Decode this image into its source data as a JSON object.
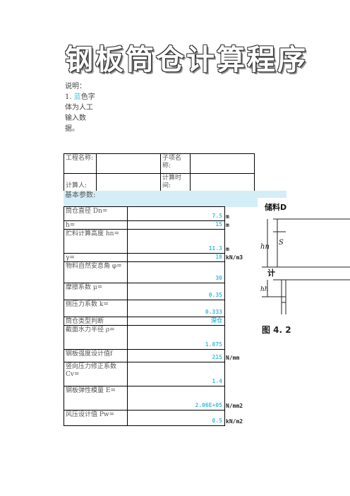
{
  "title": "钢板筒仓计算程序",
  "note": {
    "line1": "说明：",
    "line2_prefix": "1. ",
    "line2_highlight": "蓝",
    "line2_rest": "色字体为人工输入数据。"
  },
  "header": {
    "project_label": "工程名称:",
    "subitem_label": "子项名称:",
    "calculator_label": "计算人:",
    "calc_time_label": "计算时间:"
  },
  "section_title": "基本参数:",
  "params": [
    {
      "label": "筒仓直径 Dn=",
      "value": "7.5",
      "unit": "m"
    },
    {
      "label": "h=",
      "value": "15",
      "unit": "m"
    },
    {
      "label": "贮料计算高度 hn=",
      "value": "11.3",
      "unit": "m"
    },
    {
      "label": "γ=",
      "value": "18",
      "unit": "kN/m3"
    },
    {
      "label": "物料自然安息角 φ=",
      "value": "30",
      "unit": ""
    },
    {
      "label": "摩擦系数 μ=",
      "value": "0.35",
      "unit": ""
    },
    {
      "label": "侧压力系数 k=",
      "value": "0.333",
      "unit": ""
    },
    {
      "label": "筒仓类型判断",
      "value": "深仓",
      "unit": ""
    },
    {
      "label": "截面水力半径 ρ=",
      "value": "1.875",
      "unit": ""
    },
    {
      "label": "钢板强度设计值f",
      "value": "215",
      "unit": "N/mm"
    },
    {
      "label": "竖向压力修正系数 Cv=",
      "value": "1.4",
      "unit": ""
    },
    {
      "label": "钢板弹性模量 E=",
      "value": "2.06E+05",
      "unit": "N/mm2"
    },
    {
      "label": "风压设计值 Pw=",
      "value": "0.5",
      "unit": "kN/m2"
    }
  ],
  "figure": {
    "label_top": "储料D",
    "label_hn": "hn",
    "label_s": "S",
    "label_calc": "计",
    "label_hh": "hh",
    "caption": "图 4. 2"
  }
}
